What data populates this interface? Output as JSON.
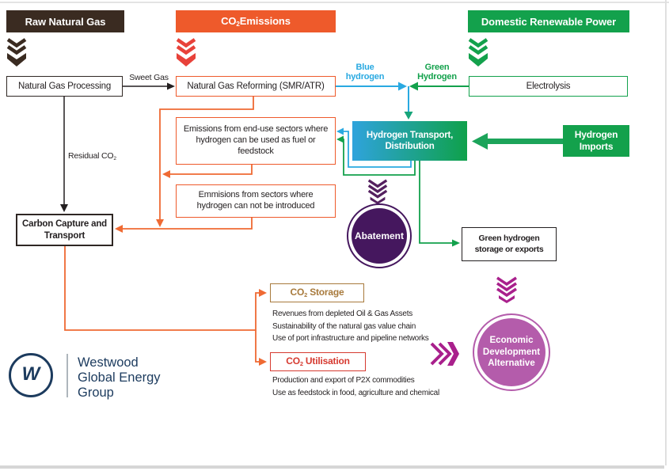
{
  "colors": {
    "brown": "#3a2b21",
    "orange": "#ee5a2b",
    "connector_orange": "#ef6a33",
    "chevron_red": "#e8423a",
    "green": "#13a14c",
    "arrow_green": "#1ca45a",
    "blue": "#29a9e1",
    "abatement_purple": "#45175e",
    "chevron_purple": "#54205f",
    "magenta": "#a9208c",
    "orchid": "#b45cab",
    "storage_brown": "#a87a3c",
    "utilisation_red": "#d63a30",
    "navy": "#1c3b5e"
  },
  "headers": {
    "raw_natural_gas": "Raw Natural Gas",
    "co2_emissions": {
      "prefix": "CO",
      "sub": "2",
      "suffix": "Emissions"
    },
    "domestic_renewable_power": "Domestic Renewable Power"
  },
  "nodes": {
    "natural_gas_processing": "Natural Gas Processing",
    "natural_gas_reforming": "Natural Gas Reforming (SMR/ATR)",
    "electrolysis": "Electrolysis",
    "hydrogen_transport": "Hydrogen Transport, Distribution",
    "hydrogen_imports": "Hydrogen Imports",
    "emissions_end_use": "Emissions from end-use sectors where hydrogen can be used as fuel or feedstock",
    "emissions_other": "Emmisions from sectors where hydrogen can not be introduced",
    "carbon_capture": "Carbon Capture and Transport",
    "abatement": "Abatement",
    "green_storage": "Green hydrogen storage or exports",
    "economic_dev": "Economic Development Alternative",
    "co2_storage": {
      "prefix": "CO",
      "sub": "2",
      "suffix": " Storage"
    },
    "co2_utilisation": {
      "prefix": "CO",
      "sub": "2",
      "suffix": " Utilisation"
    }
  },
  "labels": {
    "sweet_gas": "Sweet Gas",
    "blue_hydrogen": "Blue hydrogen",
    "green_hydrogen": "Green Hydrogen",
    "residual_co2": {
      "prefix": "Residual CO",
      "sub": "2"
    }
  },
  "notes": {
    "storage": [
      "Revenues from depleted Oil & Gas Assets",
      "Sustainability of the natural gas value chain",
      "Use of port infrastructure and pipeline networks"
    ],
    "utilisation": [
      "Production and export of P2X commodities",
      "Use as feedstock in food, agriculture and chemical"
    ]
  },
  "logo": {
    "monogram": "W",
    "lines": [
      "Westwood",
      "Global Energy",
      "Group"
    ]
  }
}
